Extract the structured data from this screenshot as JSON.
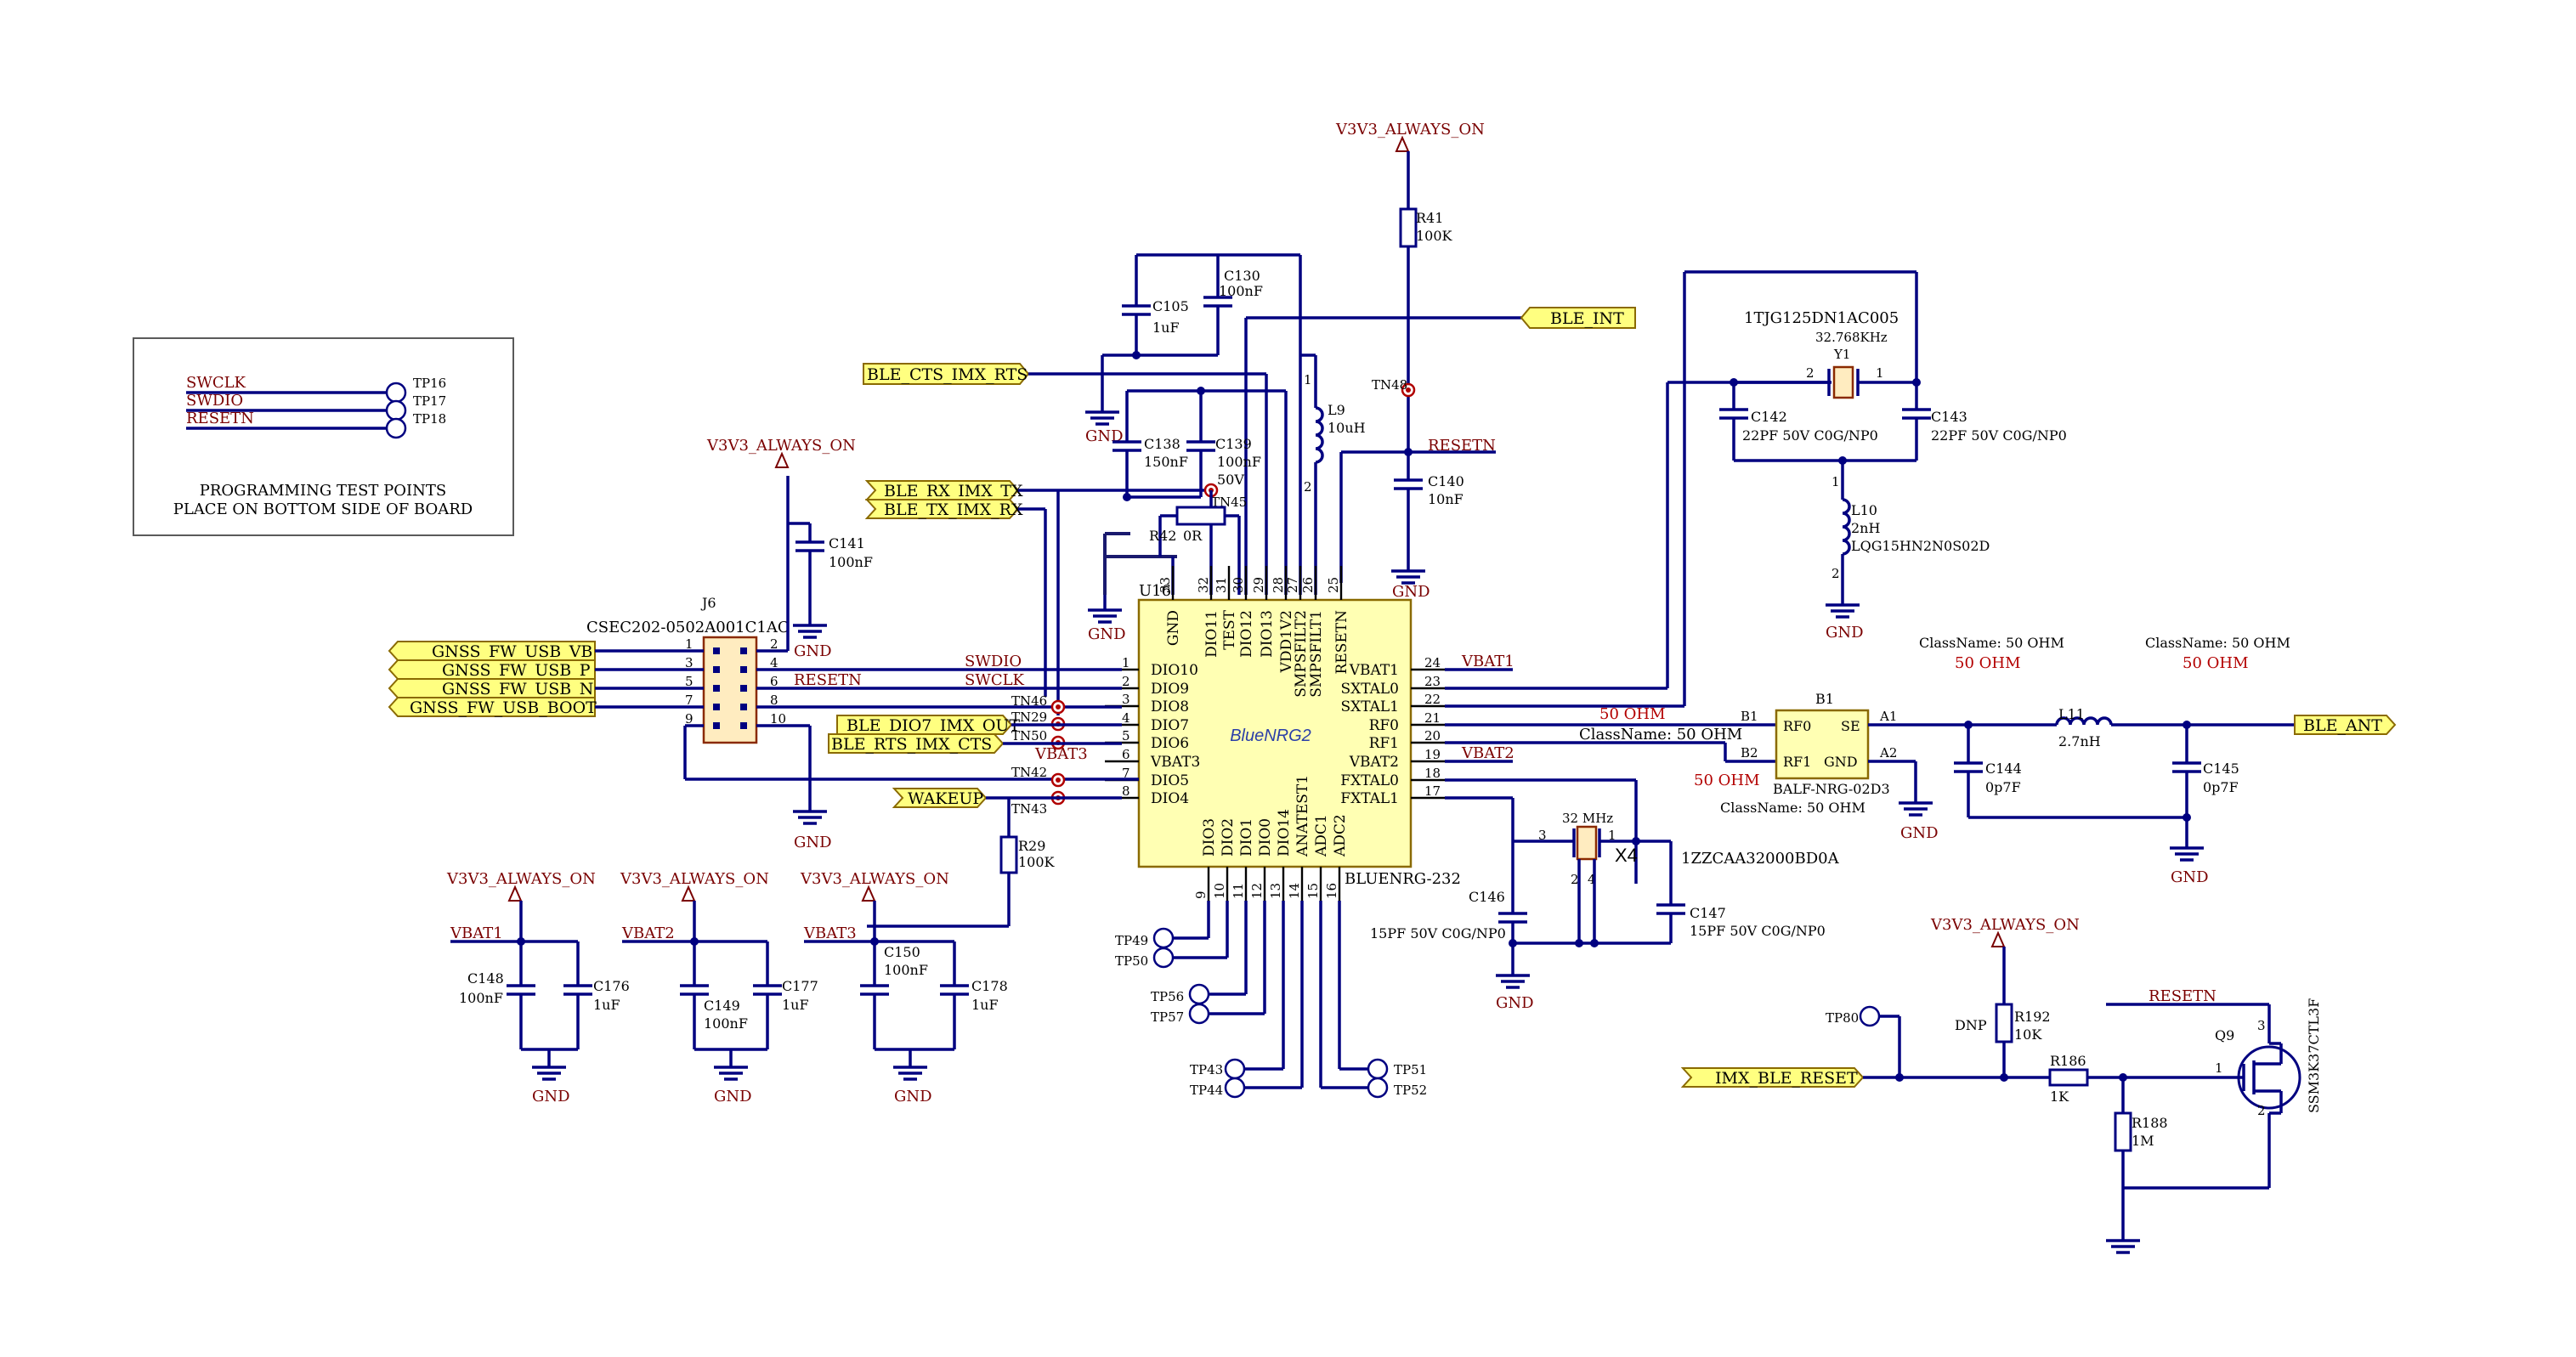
{
  "ic_u16": {
    "ref": "U16",
    "logo": "BlueNRG2",
    "part": "BLUENRG-232",
    "left_pins": [
      {
        "num": "1",
        "name": "DIO10"
      },
      {
        "num": "2",
        "name": "DIO9"
      },
      {
        "num": "3",
        "name": "DIO8"
      },
      {
        "num": "4",
        "name": "DIO7"
      },
      {
        "num": "5",
        "name": "DIO6"
      },
      {
        "num": "6",
        "name": "VBAT3"
      },
      {
        "num": "7",
        "name": "DIO5"
      },
      {
        "num": "8",
        "name": "DIO4"
      }
    ],
    "right_pins": [
      {
        "num": "24",
        "name": "VBAT1"
      },
      {
        "num": "23",
        "name": "SXTAL0"
      },
      {
        "num": "22",
        "name": "SXTAL1"
      },
      {
        "num": "21",
        "name": "RF0"
      },
      {
        "num": "20",
        "name": "RF1"
      },
      {
        "num": "19",
        "name": "VBAT2"
      },
      {
        "num": "18",
        "name": "FXTAL0"
      },
      {
        "num": "17",
        "name": "FXTAL1"
      }
    ],
    "top_pins": [
      {
        "num": "33",
        "name": "GND"
      },
      {
        "num": "32",
        "name": "DIO11"
      },
      {
        "num": "31",
        "name": "TEST"
      },
      {
        "num": "30",
        "name": "DIO12"
      },
      {
        "num": "29",
        "name": "DIO13"
      },
      {
        "num": "28",
        "name": "VDD1V2"
      },
      {
        "num": "27",
        "name": "SMPSFILT2"
      },
      {
        "num": "26",
        "name": "SMPSFILT1"
      },
      {
        "num": "25",
        "name": "RESETN"
      }
    ],
    "bottom_pins": [
      {
        "num": "9",
        "name": "DIO3"
      },
      {
        "num": "10",
        "name": "DIO2"
      },
      {
        "num": "11",
        "name": "DIO1"
      },
      {
        "num": "12",
        "name": "DIO0"
      },
      {
        "num": "13",
        "name": "DIO14"
      },
      {
        "num": "14",
        "name": "ANATEST1"
      },
      {
        "num": "15",
        "name": "ADC1"
      },
      {
        "num": "16",
        "name": "ADC2"
      }
    ]
  },
  "connector_j6": {
    "ref": "J6",
    "part": "CSEC202-0502A001C1AC",
    "left_nums": [
      "1",
      "3",
      "5",
      "7",
      "9"
    ],
    "right_nums": [
      "2",
      "4",
      "6",
      "8",
      "10"
    ]
  },
  "ports": {
    "gnss_fw_usb_vb": "GNSS_FW_USB_VB",
    "gnss_fw_usb_p": "GNSS_FW_USB_P",
    "gnss_fw_usb_n": "GNSS_FW_USB_N",
    "gnss_fw_usb_boot": "GNSS_FW_USB_BOOT",
    "ble_cts": "BLE_CTS_IMX_RTS",
    "ble_rx": "BLE_RX_IMX_TX",
    "ble_tx": "BLE_TX_IMX_RX",
    "ble_int": "BLE_INT",
    "ble_dio7": "BLE_DIO7_IMX_OUT",
    "ble_rts": "BLE_RTS_IMX_CTS",
    "wakeup": "WAKEUP",
    "ble_ant": "BLE_ANT",
    "imx_ble_reset": "IMX_BLE_RESET"
  },
  "nets": {
    "v3v3": "V3V3_ALWAYS_ON",
    "gnd": "GND",
    "swclk": "SWCLK",
    "swdio": "SWDIO",
    "resetn": "RESETN",
    "vbat1": "VBAT1",
    "vbat2": "VBAT2",
    "vbat3": "VBAT3"
  },
  "test_points": {
    "tp16": "TP16",
    "tp17": "TP17",
    "tp18": "TP18",
    "tp49": "TP49",
    "tp50": "TP50",
    "tp56": "TP56",
    "tp57": "TP57",
    "tp43": "TP43",
    "tp44": "TP44",
    "tp51": "TP51",
    "tp52": "TP52",
    "tp80": "TP80",
    "tn46": "TN46",
    "tn29": "TN29",
    "tn50": "TN50",
    "tn42": "TN42",
    "tn43": "TN43",
    "tn45": "TN45",
    "tn48": "TN48"
  },
  "prog_note": {
    "line1": "PROGRAMMING TEST POINTS",
    "line2": "PLACE ON BOTTOM SIDE OF BOARD"
  },
  "components": {
    "r41": {
      "ref": "R41",
      "val": "100K"
    },
    "r42": {
      "ref": "R42",
      "val": "0R"
    },
    "r29": {
      "ref": "R29",
      "val": "100K"
    },
    "r186": {
      "ref": "R186",
      "val": "1K"
    },
    "r188": {
      "ref": "R188",
      "val": "1M"
    },
    "r192": {
      "ref": "R192",
      "val": "10K",
      "note": "DNP"
    },
    "l9": {
      "ref": "L9",
      "val": "10uH"
    },
    "l10": {
      "ref": "L10",
      "val": "2nH",
      "part": "LQG15HN2N0S02D"
    },
    "l11": {
      "ref": "L11",
      "val": "2.7nH"
    },
    "c105": {
      "ref": "C105",
      "val": "1uF"
    },
    "c130": {
      "ref": "C130",
      "val": "100nF"
    },
    "c138": {
      "ref": "C138",
      "val": "150nF"
    },
    "c139": {
      "ref": "C139",
      "val": "100nF",
      "val2": "50V"
    },
    "c140": {
      "ref": "C140",
      "val": "10nF"
    },
    "c141": {
      "ref": "C141",
      "val": "100nF"
    },
    "c142": {
      "ref": "C142",
      "val": "22PF 50V C0G/NP0"
    },
    "c143": {
      "ref": "C143",
      "val": "22PF 50V C0G/NP0"
    },
    "c144": {
      "ref": "C144",
      "val": "0p7F"
    },
    "c145": {
      "ref": "C145",
      "val": "0p7F"
    },
    "c146": {
      "ref": "C146",
      "val": "15PF 50V C0G/NP0"
    },
    "c147": {
      "ref": "C147",
      "val": "15PF 50V C0G/NP0"
    },
    "c148": {
      "ref": "C148",
      "val": "100nF"
    },
    "c176": {
      "ref": "C176",
      "val": "1uF"
    },
    "c149": {
      "ref": "C149",
      "val": "100nF"
    },
    "c177": {
      "ref": "C177",
      "val": "1uF"
    },
    "c150": {
      "ref": "C150",
      "val": "100nF"
    },
    "c178": {
      "ref": "C178",
      "val": "1uF"
    }
  },
  "crystal_y1": {
    "ref": "Y1",
    "part": "1TJG125DN1AC005",
    "freq": "32.768KHz",
    "pin1": "1",
    "pin2": "2"
  },
  "crystal_x4": {
    "ref": "X4",
    "part": "1ZZCAA32000BD0A",
    "freq": "32 MHz",
    "p1": "1",
    "p2": "2",
    "p3": "3",
    "p4": "4"
  },
  "balun_b1": {
    "ref": "B1",
    "part": "BALF-NRG-02D3",
    "classname": "ClassName: 50 OHM",
    "pin_b1": "B1",
    "pin_b2": "B2",
    "pin_a1": "A1",
    "pin_a2": "A2",
    "rf0": "RF0",
    "rf1": "RF1",
    "se": "SE",
    "gnd": "GND"
  },
  "rf_labels": {
    "ohm_red": "50 OHM",
    "classname": "ClassName: 50 OHM"
  },
  "mosfet_q9": {
    "ref": "Q9",
    "part": "SSM3K37CTL3F",
    "p1": "1",
    "p2": "2",
    "p3": "3"
  },
  "misc_pins": {
    "l_1": "1",
    "l_2": "2",
    "y_2": "2"
  }
}
